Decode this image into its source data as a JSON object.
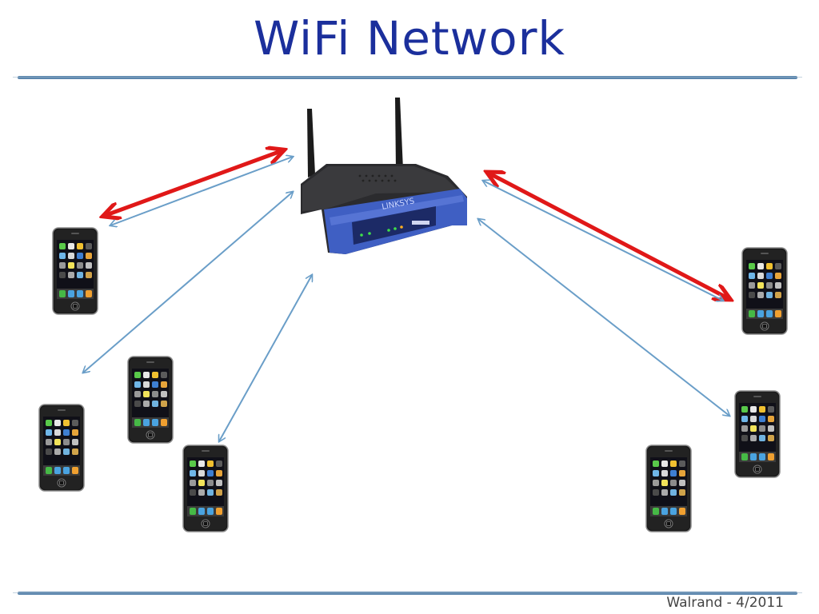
{
  "slide": {
    "title": "WiFi Network",
    "footer": "Walrand - 4/2011"
  },
  "diagram": {
    "nodes": [
      {
        "id": "router",
        "kind": "wireless-router",
        "brand_text": "LINKSYS"
      },
      {
        "id": "phone-1",
        "kind": "smartphone"
      },
      {
        "id": "phone-2",
        "kind": "smartphone"
      },
      {
        "id": "phone-3",
        "kind": "smartphone"
      },
      {
        "id": "phone-4",
        "kind": "smartphone"
      },
      {
        "id": "phone-5",
        "kind": "smartphone"
      },
      {
        "id": "phone-6",
        "kind": "smartphone"
      },
      {
        "id": "phone-7",
        "kind": "smartphone"
      }
    ],
    "links": [
      {
        "from": "router",
        "to": "phone-1",
        "style": "bold",
        "color": "#e01818"
      },
      {
        "from": "router",
        "to": "phone-1",
        "style": "thin",
        "color": "#6a9ec8"
      },
      {
        "from": "router",
        "to": "phone-5",
        "style": "bold",
        "color": "#e01818"
      },
      {
        "from": "router",
        "to": "phone-5",
        "style": "thin",
        "color": "#6a9ec8"
      },
      {
        "from": "router",
        "to": "phone-2",
        "style": "thin",
        "color": "#6a9ec8"
      },
      {
        "from": "router",
        "to": "phone-4",
        "style": "thin",
        "color": "#6a9ec8"
      },
      {
        "from": "router",
        "to": "phone-6",
        "style": "thin",
        "color": "#6a9ec8"
      }
    ]
  },
  "colors": {
    "title": "#1b2f9c",
    "rule": "#5b86ad",
    "active_link": "#e01818",
    "link": "#6a9ec8"
  }
}
